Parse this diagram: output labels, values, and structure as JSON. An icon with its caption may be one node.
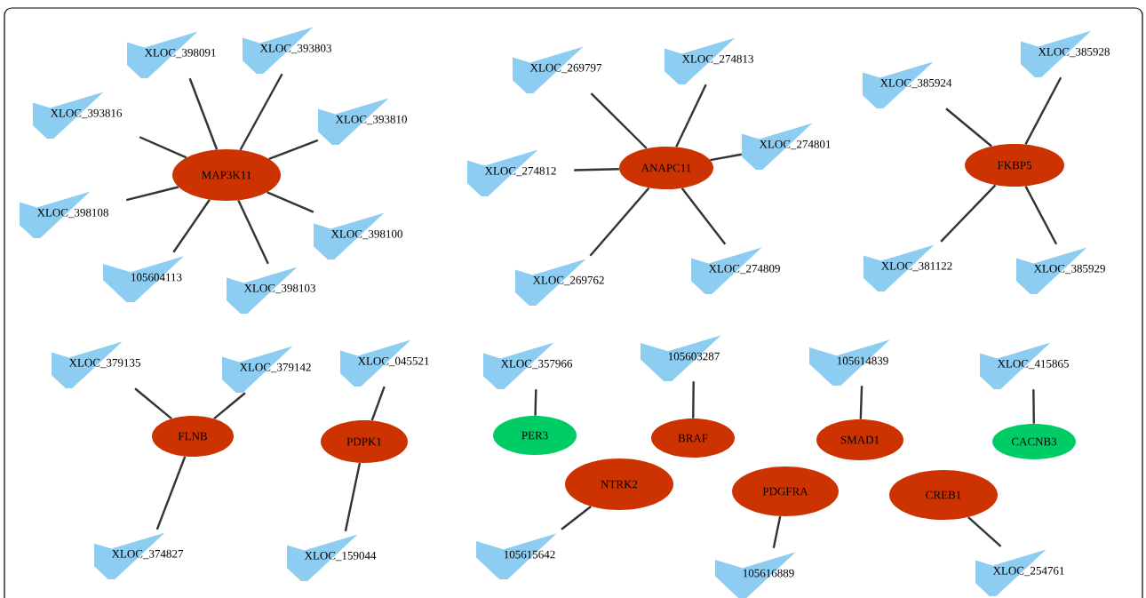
{
  "diagram": {
    "nodes": [
      {
        "text": [
          "MAP3K11"
        ]
      },
      {
        "text": [
          "XLOC_398091"
        ]
      },
      {
        "text": [
          "XLOC_393803"
        ]
      },
      {
        "text": [
          "XLOC_393816"
        ]
      },
      {
        "text": [
          "XLOC_393810"
        ]
      },
      {
        "text": [
          "XLOC_398108"
        ]
      },
      {
        "text": [
          "XLOC_398100"
        ]
      },
      {
        "text": [
          "105604113"
        ]
      },
      {
        "text": [
          "XLOC_398103"
        ]
      },
      {
        "text": [
          "ANAPC11"
        ]
      },
      {
        "text": [
          "XLOC_269797"
        ]
      },
      {
        "text": [
          "XLOC_274813"
        ]
      },
      {
        "text": [
          "XLOC_274812"
        ]
      },
      {
        "text": [
          "XLOC_274801"
        ]
      },
      {
        "text": [
          "XLOC_269762"
        ]
      },
      {
        "text": [
          "XLOC_274809"
        ]
      },
      {
        "text": [
          "FKBP5"
        ]
      },
      {
        "text": [
          "XLOC_385924"
        ]
      },
      {
        "text": [
          "XLOC_385928"
        ]
      },
      {
        "text": [
          "XLOC_381122"
        ]
      },
      {
        "text": [
          "XLOC_385929"
        ]
      },
      {
        "text": [
          "FLNB"
        ]
      },
      {
        "text": [
          "XLOC_379135"
        ]
      },
      {
        "text": [
          "XLOC_379142"
        ]
      },
      {
        "text": [
          "XLOC_374827"
        ]
      },
      {
        "text": [
          "PDPK1"
        ]
      },
      {
        "text": [
          "XLOC_045521"
        ]
      },
      {
        "text": [
          "XLOC_159044"
        ]
      },
      {
        "text": [
          "PER3"
        ]
      },
      {
        "text": [
          "XLOC_357966"
        ]
      },
      {
        "text": [
          "BRAF"
        ]
      },
      {
        "text": [
          "105603287"
        ]
      },
      {
        "text": [
          "SMAD1"
        ]
      },
      {
        "text": [
          "105614839"
        ]
      },
      {
        "text": [
          "CACNB3"
        ]
      },
      {
        "text": [
          "XLOC_415865"
        ]
      },
      {
        "text": [
          "NTRK2"
        ]
      },
      {
        "text": [
          "105615642"
        ]
      },
      {
        "text": [
          "PDGFRA"
        ]
      },
      {
        "text": [
          "105616889"
        ]
      },
      {
        "text": [
          "CREB1"
        ]
      },
      {
        "text": [
          "XLOC_254761"
        ]
      }
    ],
    "edges": [
      {
        "from": 0,
        "to": 1,
        "arrow": "none"
      },
      {
        "from": 0,
        "to": 2,
        "arrow": "none"
      },
      {
        "from": 0,
        "to": 3,
        "arrow": "none"
      },
      {
        "from": 0,
        "to": 4,
        "arrow": "none"
      },
      {
        "from": 0,
        "to": 5,
        "arrow": "none"
      },
      {
        "from": 0,
        "to": 6,
        "arrow": "none"
      },
      {
        "from": 0,
        "to": 7,
        "arrow": "none"
      },
      {
        "from": 0,
        "to": 8,
        "arrow": "none"
      },
      {
        "from": 9,
        "to": 10,
        "arrow": "none"
      },
      {
        "from": 9,
        "to": 11,
        "arrow": "none"
      },
      {
        "from": 9,
        "to": 12,
        "arrow": "none"
      },
      {
        "from": 9,
        "to": 13,
        "arrow": "none"
      },
      {
        "from": 9,
        "to": 14,
        "arrow": "none"
      },
      {
        "from": 9,
        "to": 15,
        "arrow": "none"
      },
      {
        "from": 16,
        "to": 17,
        "arrow": "none"
      },
      {
        "from": 16,
        "to": 18,
        "arrow": "none"
      },
      {
        "from": 16,
        "to": 19,
        "arrow": "none"
      },
      {
        "from": 16,
        "to": 20,
        "arrow": "none"
      },
      {
        "from": 21,
        "to": 22,
        "arrow": "none"
      },
      {
        "from": 21,
        "to": 23,
        "arrow": "none"
      },
      {
        "from": 21,
        "to": 24,
        "arrow": "none"
      },
      {
        "from": 25,
        "to": 26,
        "arrow": "none"
      },
      {
        "from": 25,
        "to": 27,
        "arrow": "none"
      },
      {
        "from": 28,
        "to": 29,
        "arrow": "none"
      },
      {
        "from": 30,
        "to": 31,
        "arrow": "none"
      },
      {
        "from": 32,
        "to": 33,
        "arrow": "none"
      },
      {
        "from": 34,
        "to": 35,
        "arrow": "none"
      },
      {
        "from": 36,
        "to": 37,
        "arrow": "none"
      },
      {
        "from": 38,
        "to": 39,
        "arrow": "none"
      },
      {
        "from": 40,
        "to": 41,
        "arrow": "none"
      }
    ]
  }
}
